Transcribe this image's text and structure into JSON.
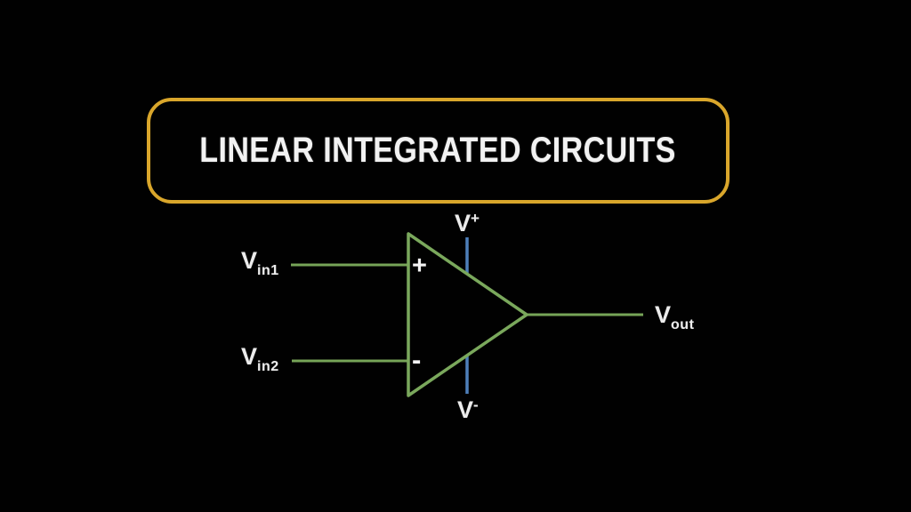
{
  "canvas": {
    "background_color": "#010101"
  },
  "title": {
    "text": "LINEAR INTEGRATED CIRCUITS",
    "border_color": "#d9a62b",
    "text_color": "#f2f2f2"
  },
  "diagram": {
    "type": "op-amp-symbol",
    "colors": {
      "wire_green": "#76a457",
      "triangle_green": "#7aa85c",
      "supply_blue": "#4e7fba",
      "label_white": "#ececec"
    },
    "labels": {
      "input1_base": "V",
      "input1_sub": "in1",
      "input2_base": "V",
      "input2_sub": "in2",
      "output_base": "V",
      "output_sub": "out",
      "supply_pos_base": "V",
      "supply_pos_sup": "+",
      "supply_neg_base": "V",
      "supply_neg_sup": "-",
      "noninverting_sign": "+",
      "inverting_sign": "-"
    }
  }
}
